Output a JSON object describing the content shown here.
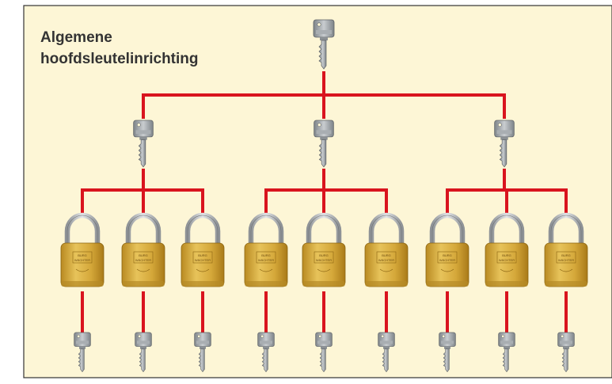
{
  "title": {
    "line1": "Algemene",
    "line2": "hoofdsleutelinrichting"
  },
  "hierarchy": {
    "master_keys": 1,
    "group_keys": 3,
    "locks_per_group": 3,
    "individual_keys_per_lock": 1
  },
  "padlock": {
    "brand_line1": "BURG",
    "brand_line2": "WÄCHTER"
  },
  "icons": {
    "master": "master-key-icon",
    "group": "group-key-icon",
    "lock": "padlock-icon",
    "individual": "individual-key-icon"
  },
  "colors": {
    "background": "#fdf6d6",
    "border": "#333333",
    "connector": "#d9141e",
    "brass": "#d6aa3c",
    "steel": "#b8bcc0",
    "key": "#9aa0a4"
  }
}
